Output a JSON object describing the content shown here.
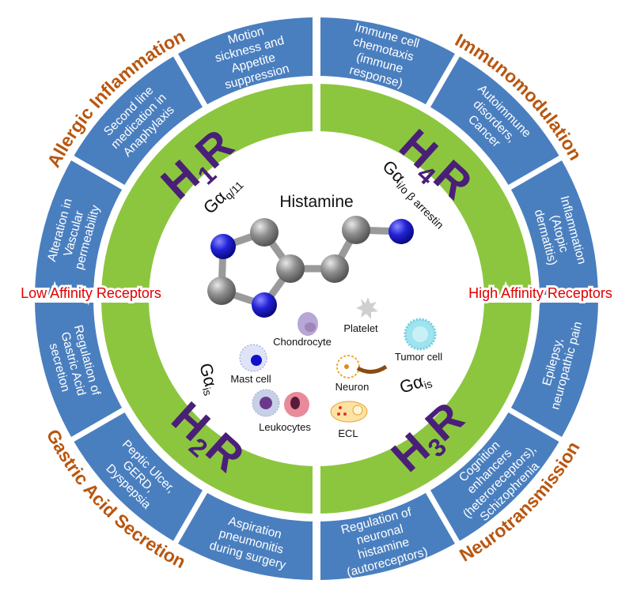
{
  "title": "Histamine",
  "affinity": {
    "low": "Low Affinity Receptors",
    "high": "High Affinity Receptors"
  },
  "outer_labels": {
    "top_left": "Allergic Inflammation",
    "top_right": "Immunomodulation",
    "bottom_right": "Neurotransmission",
    "bottom_left": "Gastric Acid Secretion"
  },
  "receptors": {
    "h1": {
      "h": "H",
      "sub": "1",
      "r": "R",
      "g": "Gα",
      "gsub": "q/11"
    },
    "h4": {
      "h": "H",
      "sub": "4",
      "r": "R",
      "g": "Gα",
      "gsub": "i/o β arrestin"
    },
    "h2": {
      "h": "H",
      "sub": "2",
      "r": "R",
      "g": "Gα",
      "gsub": "is"
    },
    "h3": {
      "h": "H",
      "sub": "3",
      "r": "R",
      "g": "Gα",
      "gsub": "is"
    }
  },
  "segments": [
    {
      "angle": 15,
      "lines": [
        "Immune cell",
        "chemotaxis",
        "(immune",
        "response)"
      ]
    },
    {
      "angle": 45,
      "lines": [
        "Autoimmune",
        "disorders,",
        "Cancer"
      ]
    },
    {
      "angle": 75,
      "lines": [
        "Inflammation",
        "(Atopic",
        "dermatitis)"
      ]
    },
    {
      "angle": 105,
      "lines": [
        "Epilepsy,",
        "neuropathic pain"
      ]
    },
    {
      "angle": 135,
      "lines": [
        "Cognition",
        "enhancers",
        "(heteroreceptors),",
        "Schizophrenia"
      ]
    },
    {
      "angle": 165,
      "lines": [
        "Regulation of",
        "neuronal",
        "histamine",
        "(autoreceptors)"
      ]
    },
    {
      "angle": -165,
      "lines": [
        "Aspiration",
        "pneumonitis",
        "during surgery"
      ]
    },
    {
      "angle": -135,
      "lines": [
        "Peptic Ulcer,",
        "GERD,",
        "Dyspepsia"
      ]
    },
    {
      "angle": -105,
      "lines": [
        "Regulation of",
        "Gastric Acid",
        "secretion"
      ]
    },
    {
      "angle": -75,
      "lines": [
        "Alteration in",
        "Vascular",
        "permeability"
      ]
    },
    {
      "angle": -45,
      "lines": [
        "Second line",
        "medication in",
        "Anaphylaxis"
      ]
    },
    {
      "angle": -15,
      "lines": [
        "Motion",
        "sickness and",
        "Appetite",
        "suppression"
      ]
    }
  ],
  "cells": {
    "chondrocyte": "Chondrocyte",
    "platelet": "Platelet",
    "tumor": "Tumor cell",
    "mast": "Mast cell",
    "neuron": "Neuron",
    "leukocytes": "Leukocytes",
    "ecl": "ECL"
  },
  "colors": {
    "blue": "#4a7fbf",
    "green": "#8cc63f",
    "purple": "#4a1f78",
    "orange": "#b8560f",
    "red": "#e00000"
  }
}
